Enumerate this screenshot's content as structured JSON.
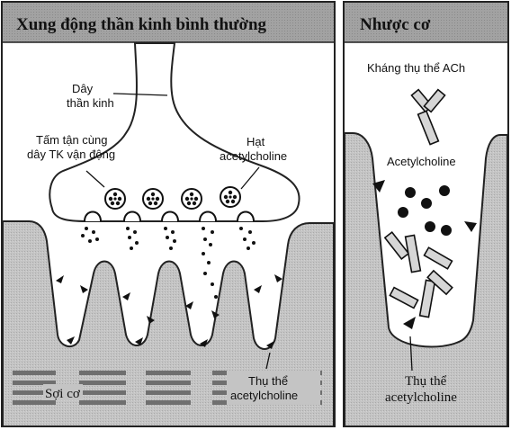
{
  "left_panel": {
    "title": "Xung động thần kinh bình thường",
    "labels": {
      "nerve_line1": "Dây",
      "nerve_line2": "thần kinh",
      "terminal_line1": "Tấm tận cùng",
      "terminal_line2": "dây TK vận động",
      "granule_line1": "Hạt",
      "granule_line2": "acetylcholine",
      "muscle": "Sợi cơ",
      "receptor_line1": "Thụ thể",
      "receptor_line2": "acetylcholine"
    }
  },
  "right_panel": {
    "title": "Nhược cơ",
    "labels": {
      "antibody": "Kháng thụ thể ACh",
      "ach": "Acetylcholine",
      "receptor_line1": "Thụ thể",
      "receptor_line2": "acetylcholine"
    }
  },
  "colors": {
    "header_bg": "#9b9b9b",
    "muscle_bg": "#bdbdbd",
    "stripe": "#6f6f6f",
    "ink": "#111111"
  }
}
